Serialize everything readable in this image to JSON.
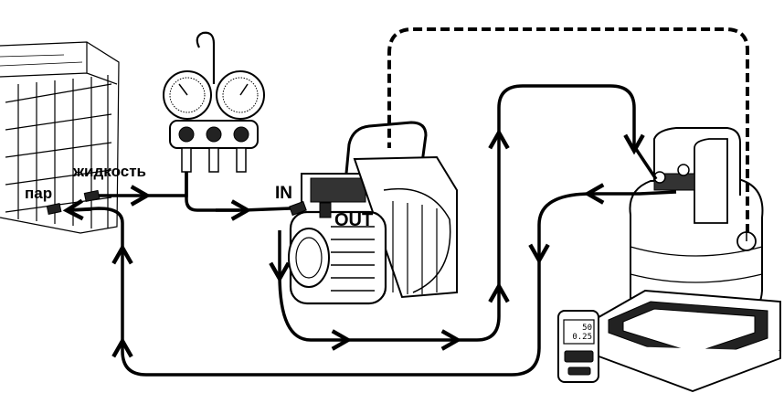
{
  "labels": {
    "vapor": "пар",
    "liquid": "жидкость",
    "pump_in": "IN",
    "pump_out": "OUT"
  },
  "scale": {
    "reading_top": "50",
    "reading_bottom": "0.25"
  },
  "diagram": {
    "components": [
      "condenser-unit",
      "manifold-gauge-set",
      "recovery-pump",
      "refrigerant-cylinder",
      "charging-scale"
    ],
    "line_colors": {
      "hose": "#000000",
      "background": "#ffffff"
    }
  }
}
